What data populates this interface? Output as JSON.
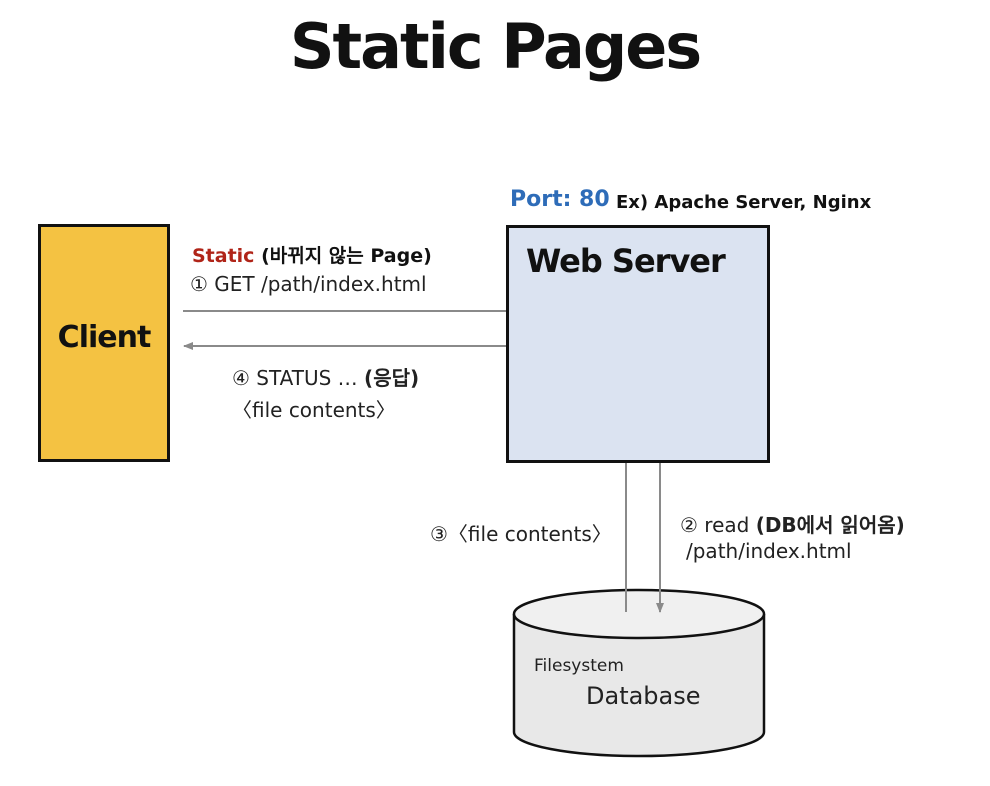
{
  "title": "Static Pages",
  "client": {
    "label": "Client"
  },
  "server": {
    "label": "Web Server",
    "port": "Port: 80",
    "example": "Ex) Apache Server, Nginx"
  },
  "request": {
    "static_word": "Static",
    "static_note": " (바뀌지 않는 Page)",
    "line": "① GET /path/index.html"
  },
  "response": {
    "line": "④ STATUS … ",
    "bold": "(응답)",
    "body": "〈file contents〉"
  },
  "read": {
    "line": "② read ",
    "bold": "(DB에서 읽어옴)",
    "path": "/path/index.html"
  },
  "return_label": "③〈file contents〉",
  "database": {
    "small_label": "Filesystem",
    "label": "Database"
  },
  "colors": {
    "client_fill": "#f4c242",
    "server_fill": "#dbe3f1",
    "database_fill": "#e8e8e8",
    "arrow": "#8a8a8a",
    "port_text": "#2e6cb8",
    "static_text": "#b02418"
  }
}
